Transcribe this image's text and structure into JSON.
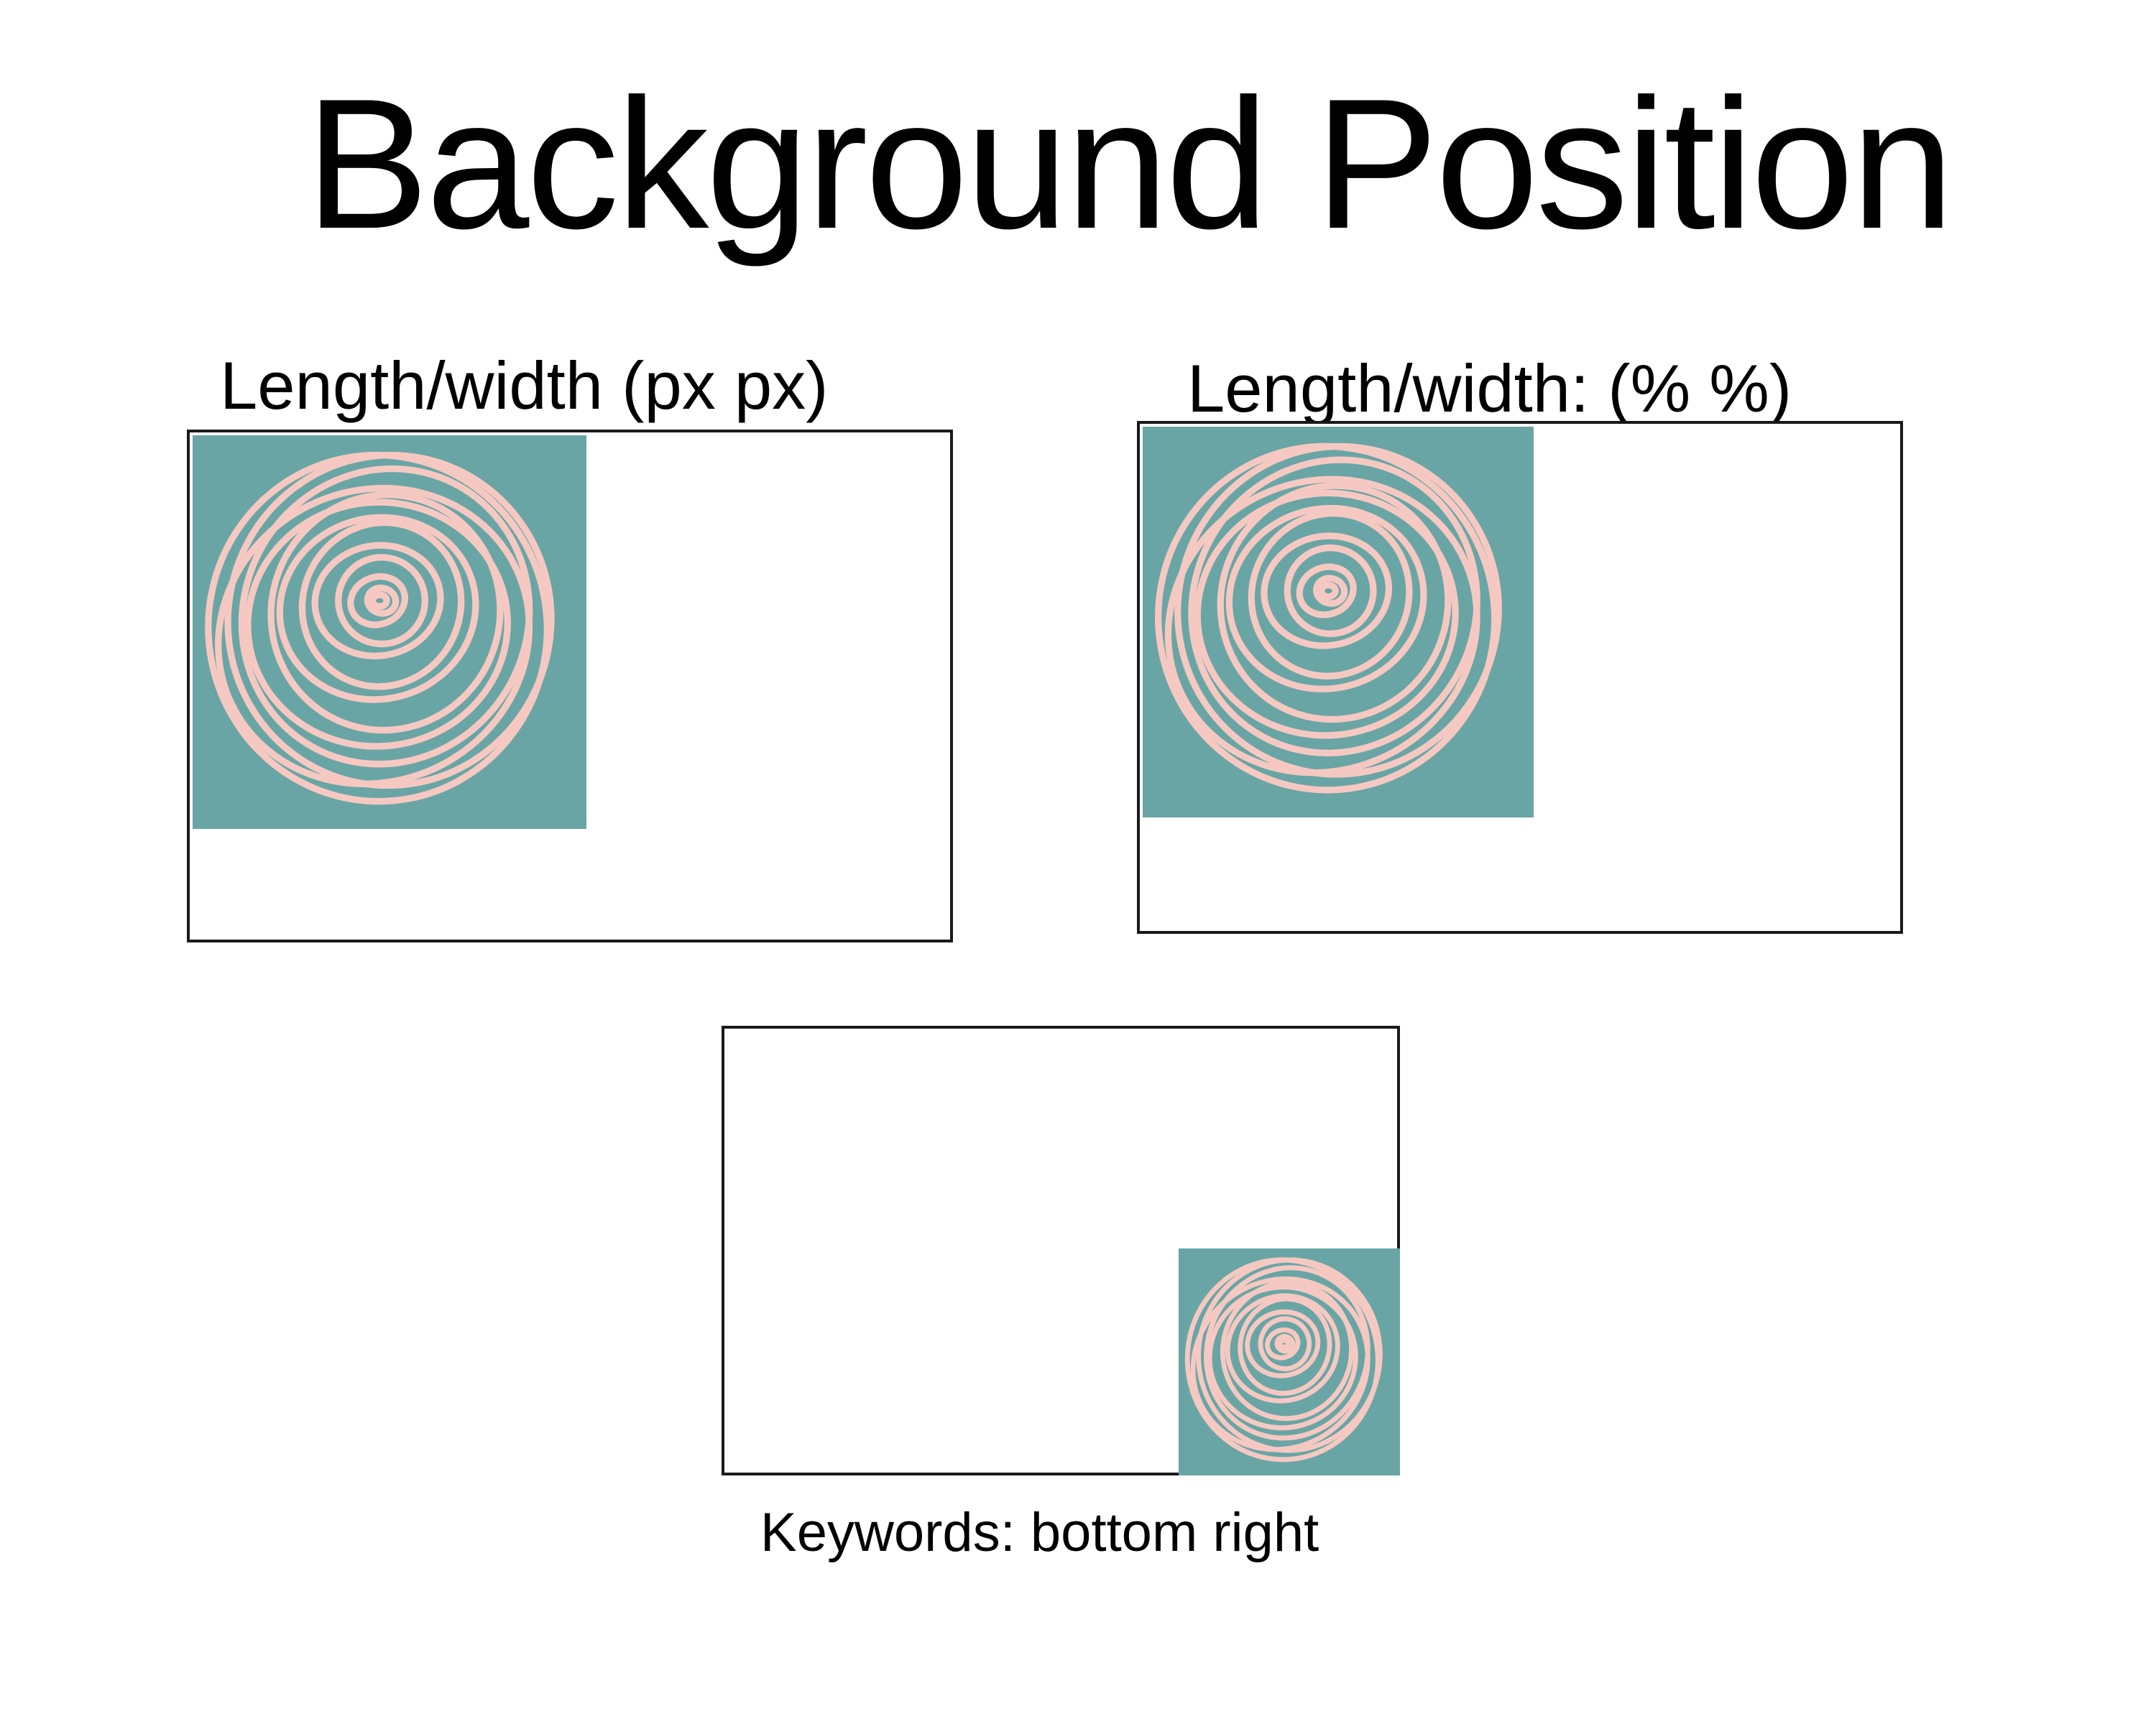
{
  "title": "Background Position",
  "panels": [
    {
      "label": "Length/width (px px)",
      "position": "top left"
    },
    {
      "label": "Length/width: (% %)",
      "position": "top left"
    },
    {
      "label": "Keywords: bottom right",
      "position": "bottom right"
    }
  ],
  "colors": {
    "tile_background": "#6aa5a5",
    "scribble": "#f5c9c2",
    "box_border": "#1a1a1a",
    "page_background": "#ffffff"
  },
  "icons": {
    "tile": "rose-scribble-icon"
  }
}
